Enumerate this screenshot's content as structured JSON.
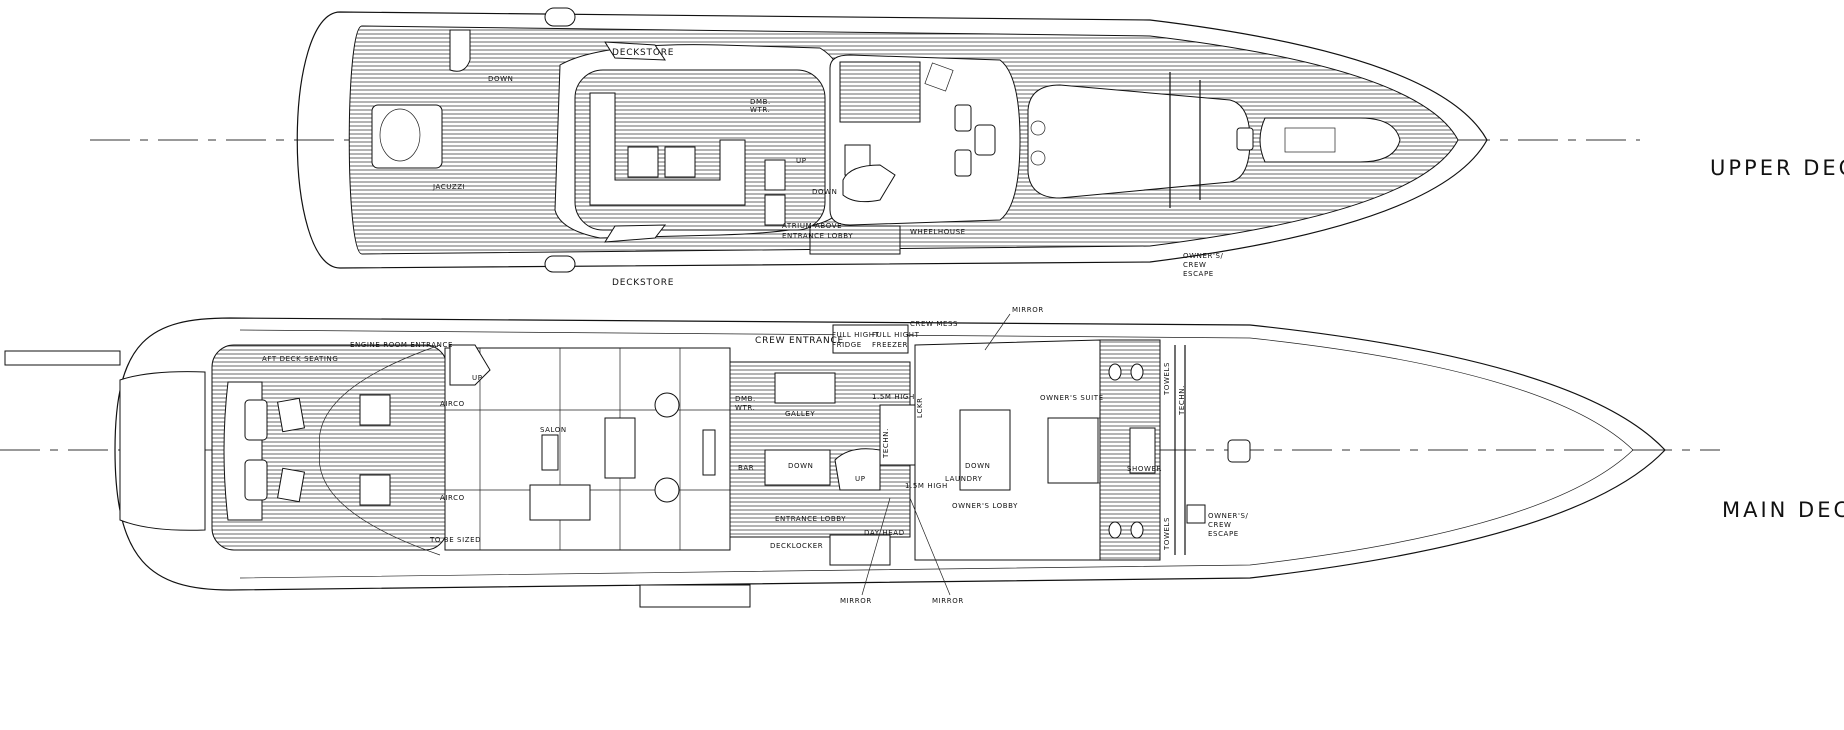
{
  "upper_deck": {
    "title": "UPPER DECK",
    "labels": {
      "deckstore_port": "DECKSTORE",
      "deckstore_stbd": "DECKSTORE",
      "down_aft": "DOWN",
      "jacuzzi": "JACUZZI",
      "dmb_wtr_1": "DMB.",
      "dmb_wtr_2": "WTR.",
      "up": "UP",
      "down_atrium": "DOWN",
      "atrium_1": "ATRIUM ABOVE",
      "atrium_2": "ENTRANCE LOBBY",
      "wheelhouse": "WHEELHOUSE",
      "escape_1": "OWNER'S/",
      "escape_2": "CREW",
      "escape_3": "ESCAPE"
    }
  },
  "main_deck": {
    "title": "MAIN DECK",
    "labels": {
      "engine_room_entrance": "ENGINE ROOM ENTRANCE",
      "aft_deck_seating": "AFT DECK SEATING",
      "up_aft": "UP",
      "airco_top": "AIRCO",
      "airco_bottom": "AIRCO",
      "salon": "SALON",
      "to_be_sized": "TO BE SIZED",
      "crew_entrance": "CREW ENTRANCE",
      "fridge_1": "FULL HIGHT",
      "fridge_2": "FRIDGE",
      "freezer_1": "FULL HIGHT",
      "freezer_2": "FREEZER",
      "crew_mess": "CREW MESS",
      "mirror_top": "MIRROR",
      "dmb_1": "DMB.",
      "dmb_2": "WTR.",
      "galley": "GALLEY",
      "high_1": "1.5M HIGH",
      "techn_1": "TECHN.",
      "lckr": "LCKR",
      "owners_suite": "OWNER'S SUITE",
      "bar": "BAR",
      "down_1": "DOWN",
      "up_2": "UP",
      "high_2": "1.5M HIGH",
      "laundry": "LAUNDRY",
      "down_2": "DOWN",
      "owners_lobby": "OWNER'S LOBBY",
      "entrance_lobby": "ENTRANCE LOBBY",
      "day_head": "DAY HEAD",
      "decklocker": "DECKLOCKER",
      "mirror_left": "MIRROR",
      "mirror_right": "MIRROR",
      "shower": "SHOWER",
      "towels_top": "TOWELS",
      "towels_bottom": "TOWELS",
      "techn_2": "TECHN.",
      "escape_1": "OWNER'S/",
      "escape_2": "CREW",
      "escape_3": "ESCAPE"
    }
  }
}
